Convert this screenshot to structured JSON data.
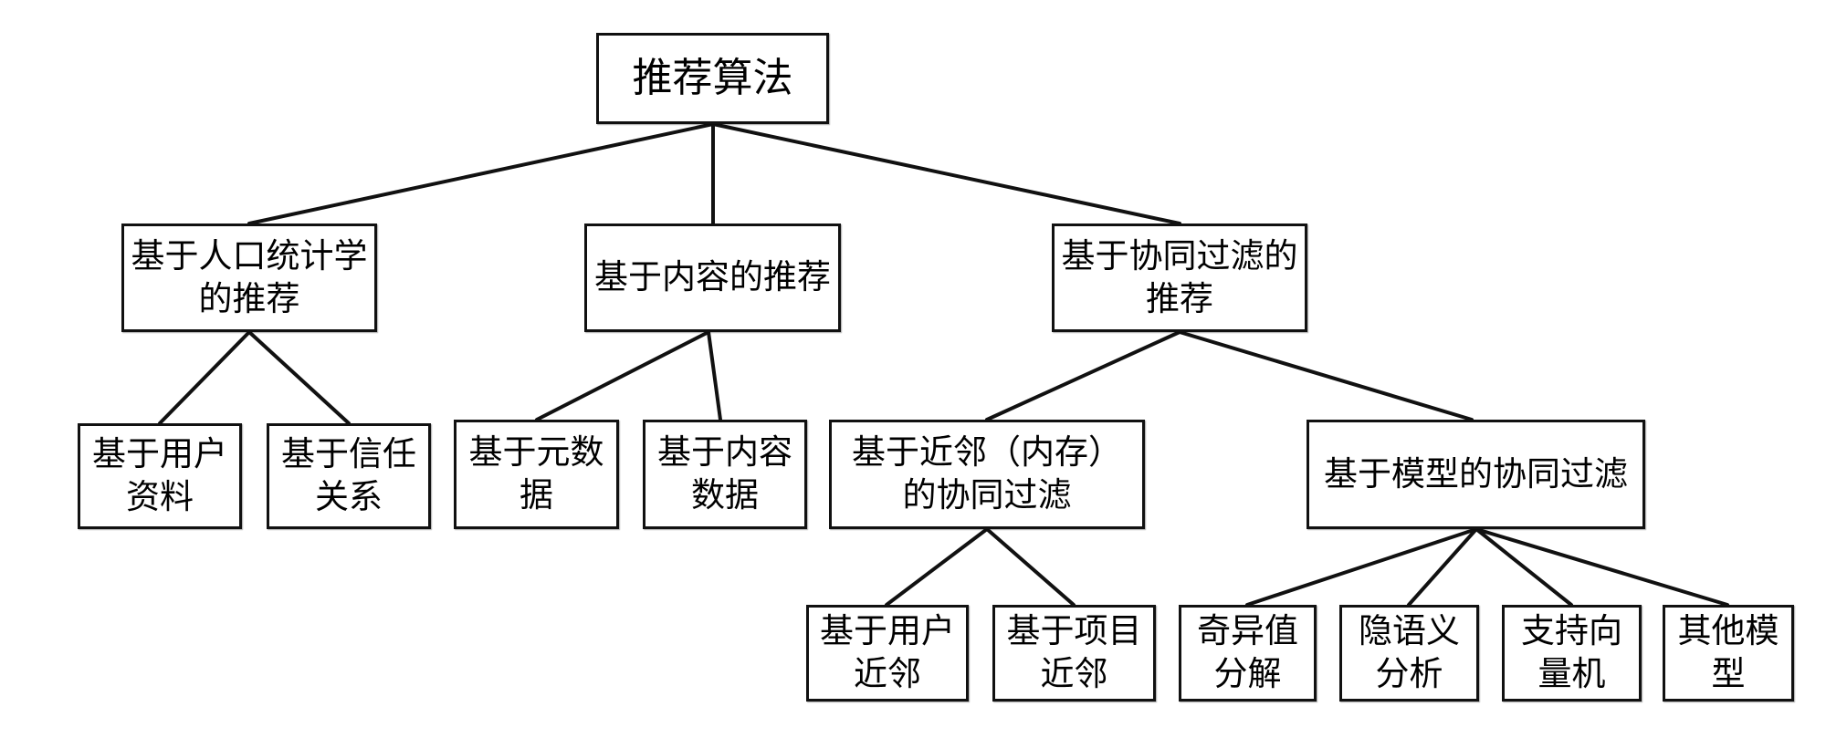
{
  "colors": {
    "stroke": "#111111",
    "fill": "#ffffff",
    "text": "#000000"
  },
  "tree": {
    "lines": [
      "推荐算法"
    ],
    "children": [
      {
        "lines": [
          "基于人口统计学",
          "的推荐"
        ],
        "children": [
          {
            "lines": [
              "基于用户",
              "资料"
            ]
          },
          {
            "lines": [
              "基于信任",
              "关系"
            ]
          }
        ]
      },
      {
        "lines": [
          "基于内容的推荐"
        ],
        "children": [
          {
            "lines": [
              "基于元数",
              "据"
            ]
          },
          {
            "lines": [
              "基于内容",
              "数据"
            ]
          }
        ]
      },
      {
        "lines": [
          "基于协同过滤的",
          "推荐"
        ],
        "children": [
          {
            "lines": [
              "基于近邻（内存）",
              "的协同过滤"
            ],
            "children": [
              {
                "lines": [
                  "基于用户",
                  "近邻"
                ]
              },
              {
                "lines": [
                  "基于项目",
                  "近邻"
                ]
              }
            ]
          },
          {
            "lines": [
              "基于模型的协同过滤"
            ],
            "children": [
              {
                "lines": [
                  "奇异值",
                  "分解"
                ]
              },
              {
                "lines": [
                  "隐语义",
                  "分析"
                ]
              },
              {
                "lines": [
                  "支持向",
                  "量机"
                ]
              },
              {
                "lines": [
                  "其他模",
                  "型"
                ]
              }
            ]
          }
        ]
      }
    ]
  }
}
